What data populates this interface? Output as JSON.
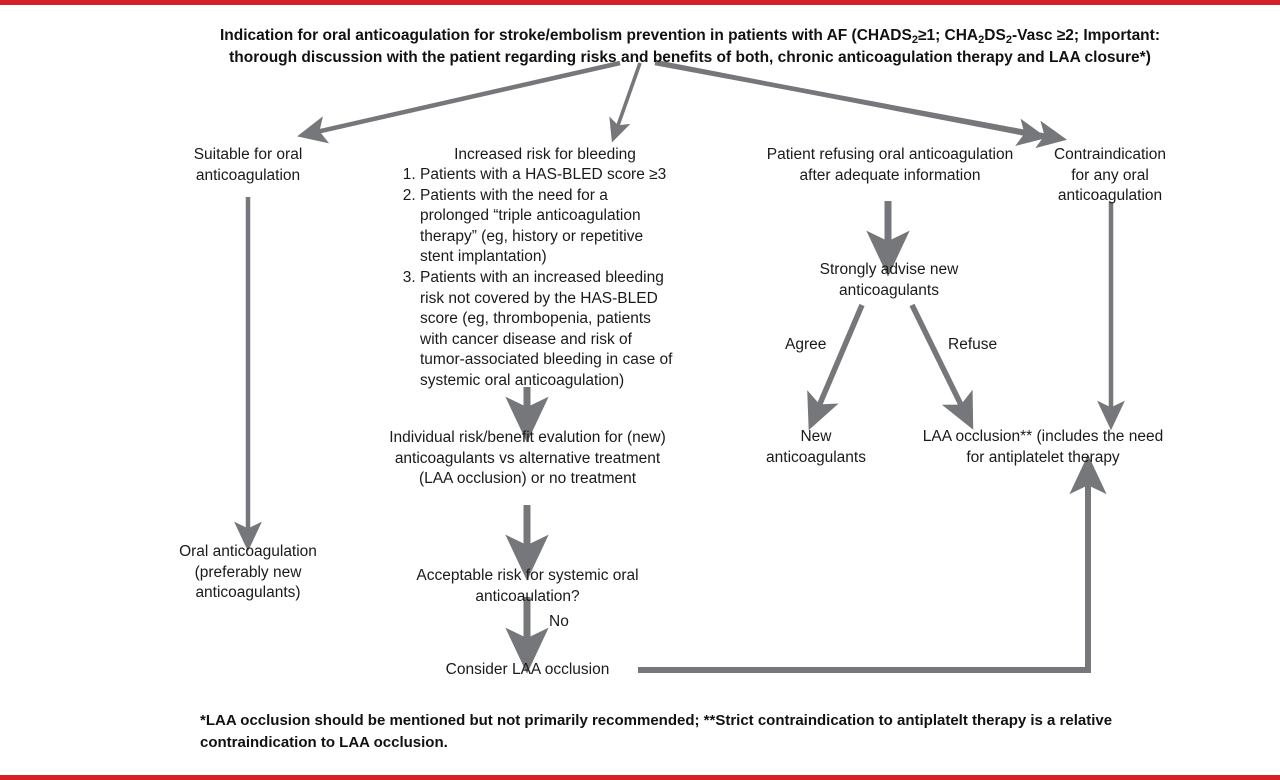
{
  "figure": {
    "title_line1_pre": "Indication for oral anticoagulation for stroke/embolism prevention in patients with AF (CHADS",
    "title_sub1": "2",
    "title_line1_mid": "≥1; CHA",
    "title_sub2": "2",
    "title_line1_mid2": "DS",
    "title_sub3": "2",
    "title_line1_post": "-Vasc ≥2; Important:",
    "title_line2": "thorough discussion with the patient regarding risks and benefits of both, chronic anticoagulation therapy and LAA closure*)",
    "footnote": "*LAA occlusion should be mentioned but not primarily recommended; **Strict contraindication to antiplatelt therapy is a relative contraindication to LAA occlusion.",
    "border_color": "#d5202a",
    "arrow_color": "#76777a",
    "text_color": "#1a1a1a"
  },
  "nodes": {
    "suitable": "Suitable for oral\nanticoagulation",
    "oral_anticoag_result": "Oral anticoagulation\n(preferably new\nanticoagulants)",
    "increased_risk_heading": "Increased risk for bleeding",
    "increased_risk_items": [
      "Patients with a HAS-BLED score ≥3",
      "Patients with the need for a prolonged “triple anticoagulation therapy” (eg, history or repetitive stent implantation)",
      "Patients with an increased bleeding risk not covered by the HAS-BLED score (eg, thrombopenia, patients with cancer disease and risk of tumor-associated bleeding in case of systemic oral anticoagulation)"
    ],
    "individual_eval": "Individual risk/benefit evalution for (new)\nanticoagulants vs alternative treatment\n(LAA occlusion) or no treatment",
    "acceptable_risk": "Acceptable risk for systemic oral\nanticoaulation?",
    "consider_laa": "Consider LAA occlusion",
    "patient_refusing": "Patient refusing oral anticoagulation\nafter adequate information",
    "strongly_advise": "Strongly advise new\nanticoagulants",
    "new_anticoagulants": "New\nanticoagulants",
    "laa_occlusion": "LAA occlusion** (includes the need\nfor antiplatelet therapy",
    "contraindication": "Contraindication\nfor any oral\nanticoagulation"
  },
  "edge_labels": {
    "agree": "Agree",
    "refuse": "Refuse",
    "no": "No"
  }
}
